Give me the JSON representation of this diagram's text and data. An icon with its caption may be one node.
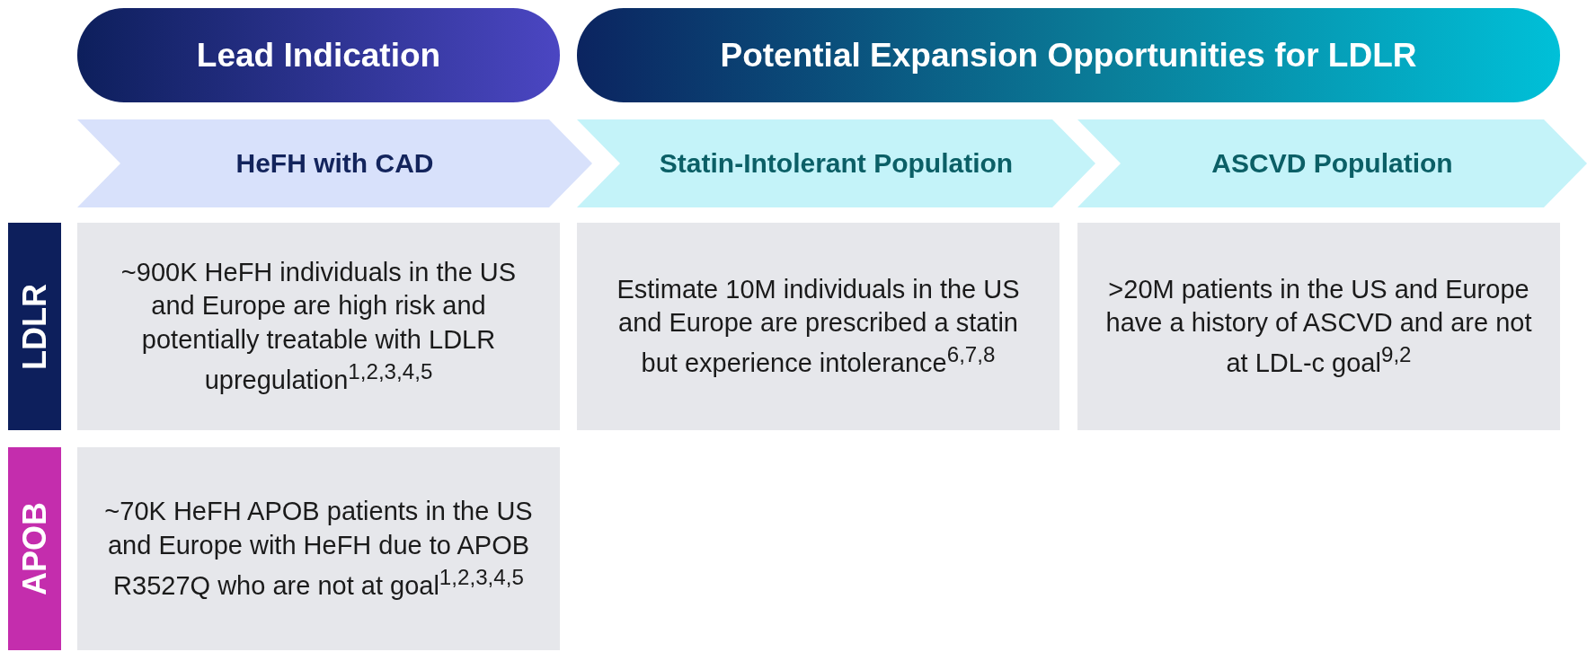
{
  "diagram": {
    "nodes": [
      {
        "text": [
          "Lead Indication"
        ]
      },
      {
        "text": [
          "Potential Expansion Opportunities for LDLR"
        ]
      },
      {
        "text": [
          "HeFH with CAD"
        ]
      },
      {
        "text": [
          "Statin-Intolerant Population"
        ]
      },
      {
        "text": [
          "ASCVD Population"
        ]
      },
      {
        "text": [
          "LDLR"
        ]
      },
      {
        "text": [
          "~900K HeFH individuals in the US and Europe are high risk and potentially treatable with LDLR upregulation$^{1,2,3,4,5}$"
        ]
      },
      {
        "text": [
          "Estimate 10M individuals in the US and Europe are prescribed a statin but experience intolerance$^{6,7,8}$"
        ]
      },
      {
        "text": [
          ">20M patients in the US and Europe have a history of ASCVD and are not at LDL-c goal$^{9,2}$"
        ]
      },
      {
        "text": [
          "APOB"
        ]
      },
      {
        "text": [
          "~70K HeFH APOB patients in the US and Europe with HeFH due to APOB R3527Q who are not at goal$^{1,2,3,4,5}$"
        ]
      }
    ],
    "edges": []
  }
}
